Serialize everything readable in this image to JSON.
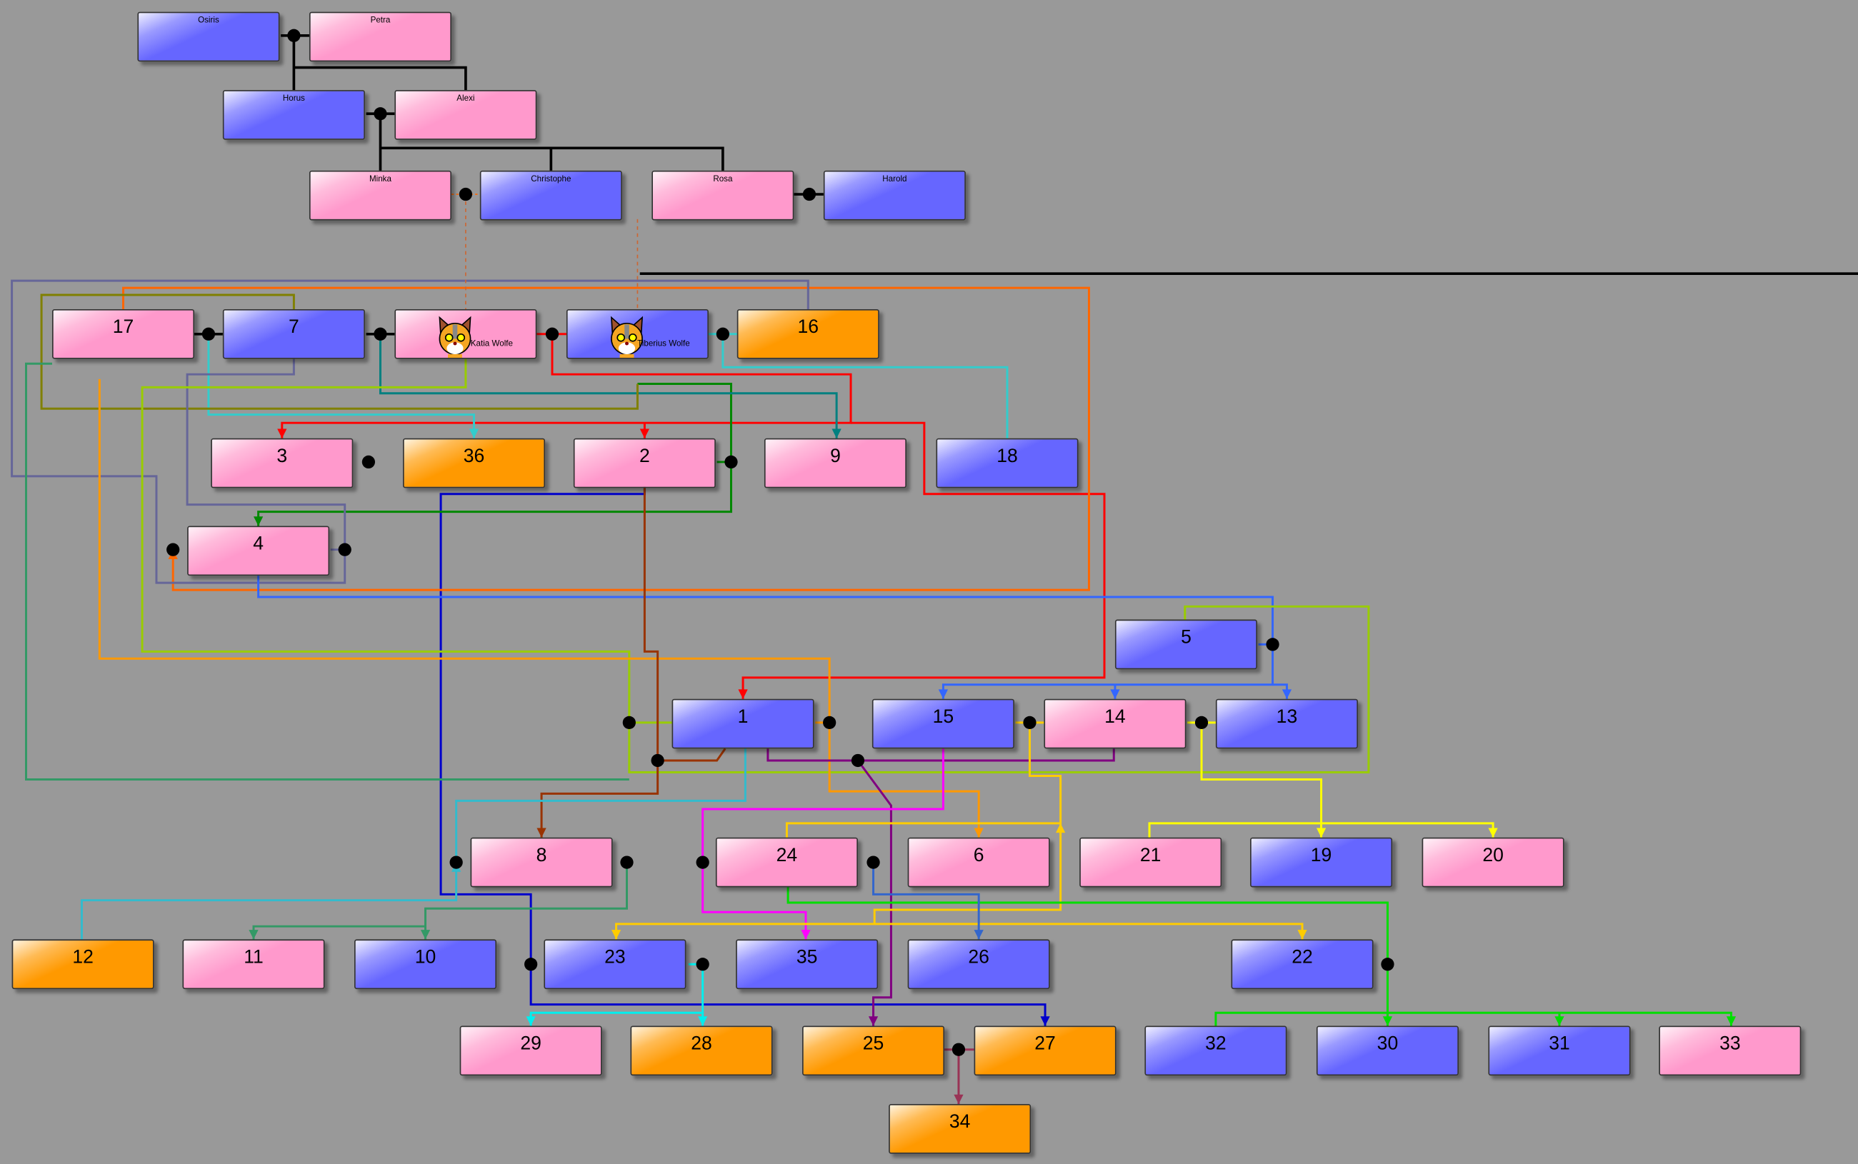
{
  "diagram": {
    "type": "family-tree",
    "colors": {
      "male": "#6666ff",
      "female": "#ff99cc",
      "unknown": "#ff9900",
      "background": "#999999"
    },
    "nodes": [
      {
        "id": "osiris",
        "label": "Osiris",
        "sex": "male"
      },
      {
        "id": "petra",
        "label": "Petra",
        "sex": "female"
      },
      {
        "id": "horus",
        "label": "Horus",
        "sex": "male"
      },
      {
        "id": "alexi",
        "label": "Alexi",
        "sex": "female"
      },
      {
        "id": "minka",
        "label": "Minka",
        "sex": "female"
      },
      {
        "id": "christophe",
        "label": "Christophe",
        "sex": "male"
      },
      {
        "id": "rosa",
        "label": "Rosa",
        "sex": "female"
      },
      {
        "id": "harold",
        "label": "Harold",
        "sex": "male"
      },
      {
        "id": "n17",
        "label": "17",
        "sex": "female"
      },
      {
        "id": "n7",
        "label": "7",
        "sex": "male"
      },
      {
        "id": "katia",
        "label": "Katia Wolfe",
        "sex": "female",
        "photo": "cat-face"
      },
      {
        "id": "tiberius",
        "label": "Tiberius Wolfe",
        "sex": "male",
        "photo": "cat-face"
      },
      {
        "id": "n16",
        "label": "16",
        "sex": "unknown"
      },
      {
        "id": "n3",
        "label": "3",
        "sex": "female"
      },
      {
        "id": "n36",
        "label": "36",
        "sex": "unknown"
      },
      {
        "id": "n2",
        "label": "2",
        "sex": "female"
      },
      {
        "id": "n9",
        "label": "9",
        "sex": "female"
      },
      {
        "id": "n18",
        "label": "18",
        "sex": "male"
      },
      {
        "id": "n4",
        "label": "4",
        "sex": "female"
      },
      {
        "id": "n5",
        "label": "5",
        "sex": "male"
      },
      {
        "id": "n1",
        "label": "1",
        "sex": "male"
      },
      {
        "id": "n15",
        "label": "15",
        "sex": "male"
      },
      {
        "id": "n14",
        "label": "14",
        "sex": "female"
      },
      {
        "id": "n13",
        "label": "13",
        "sex": "male"
      },
      {
        "id": "n8",
        "label": "8",
        "sex": "female"
      },
      {
        "id": "n24",
        "label": "24",
        "sex": "female"
      },
      {
        "id": "n6",
        "label": "6",
        "sex": "female"
      },
      {
        "id": "n21",
        "label": "21",
        "sex": "female"
      },
      {
        "id": "n19",
        "label": "19",
        "sex": "male"
      },
      {
        "id": "n20",
        "label": "20",
        "sex": "female"
      },
      {
        "id": "n12",
        "label": "12",
        "sex": "unknown"
      },
      {
        "id": "n11",
        "label": "11",
        "sex": "female"
      },
      {
        "id": "n10",
        "label": "10",
        "sex": "male"
      },
      {
        "id": "n23",
        "label": "23",
        "sex": "male"
      },
      {
        "id": "n35",
        "label": "35",
        "sex": "male"
      },
      {
        "id": "n26",
        "label": "26",
        "sex": "male"
      },
      {
        "id": "n22",
        "label": "22",
        "sex": "male"
      },
      {
        "id": "n29",
        "label": "29",
        "sex": "female"
      },
      {
        "id": "n28",
        "label": "28",
        "sex": "unknown"
      },
      {
        "id": "n25",
        "label": "25",
        "sex": "unknown"
      },
      {
        "id": "n27",
        "label": "27",
        "sex": "unknown"
      },
      {
        "id": "n32",
        "label": "32",
        "sex": "male"
      },
      {
        "id": "n30",
        "label": "30",
        "sex": "male"
      },
      {
        "id": "n31",
        "label": "31",
        "sex": "male"
      },
      {
        "id": "n33",
        "label": "33",
        "sex": "female"
      },
      {
        "id": "n34",
        "label": "34",
        "sex": "unknown"
      }
    ]
  }
}
